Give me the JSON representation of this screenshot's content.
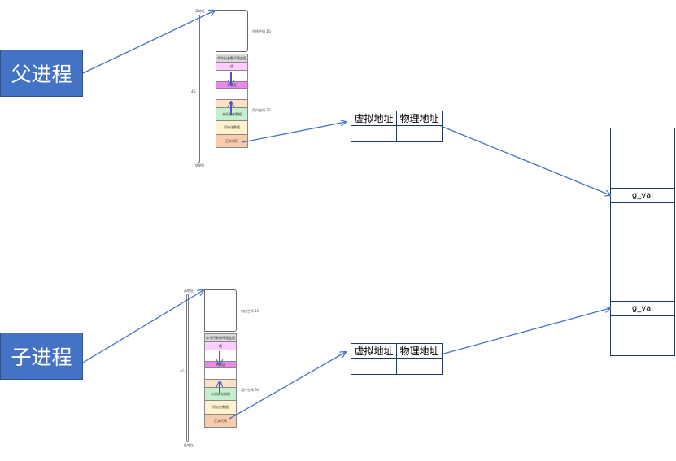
{
  "parent": {
    "label": "父进程",
    "high_addr": "高地址",
    "low_addr": "低地址",
    "size": "4G",
    "kernel_space": "内核空间 1G",
    "user_space": "用户空间 3G",
    "segments": {
      "env": "命令行参数环境变量",
      "stack": "栈",
      "shared": "共享区",
      "heap": "堆",
      "bss": "未初始化数据",
      "data": "初始化数据",
      "text": "正文代码"
    }
  },
  "child": {
    "label": "子进程",
    "high_addr": "高地址",
    "low_addr": "低地址",
    "size": "4G",
    "kernel_space": "内核空间 1G",
    "user_space": "用户空间 3G",
    "segments": {
      "env": "命令行参数环境变量",
      "stack": "栈",
      "shared": "共享区",
      "heap": "堆",
      "bss": "未初始化数据",
      "data": "初始化数据",
      "text": "正文代码"
    }
  },
  "page_table": {
    "virtual_header": "虚拟地址",
    "physical_header": "物理地址"
  },
  "physical_memory": {
    "cell_top": "g_val",
    "cell_bottom": "g_val"
  },
  "colors": {
    "process_box": "#4472c4",
    "arrow": "#4472c4",
    "table_border": "#1f3864"
  }
}
